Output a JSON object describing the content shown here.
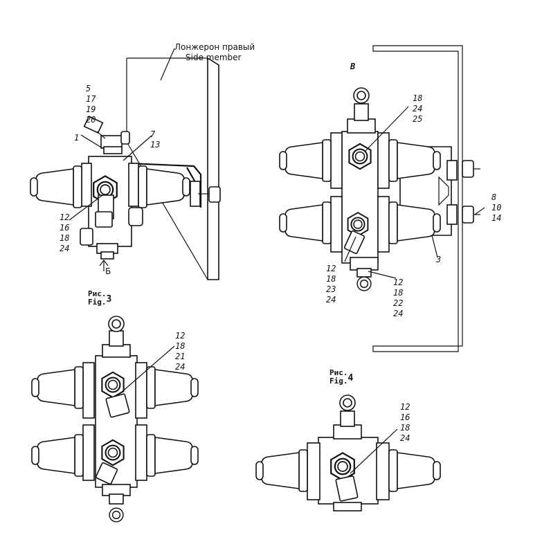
{
  "side_member": {
    "ru": "Лонжерон правый",
    "en": "Side member"
  },
  "fig3": {
    "ru": "Рис.",
    "en": "Fig.",
    "num": "3"
  },
  "fig4": {
    "ru": "Рис.",
    "en": "Fig.",
    "num": "4"
  },
  "view_b": "Б",
  "view_v": "В",
  "callouts": {
    "c_5_17_19_20": [
      "5",
      "17",
      "19",
      "20"
    ],
    "c_1": "1",
    "c_7_13": [
      "7",
      "13"
    ],
    "c_12_16_18_24_a": [
      "12",
      "16",
      "18",
      "24"
    ],
    "c_18_24_25": [
      "18",
      "24",
      "25"
    ],
    "c_8_10_14": [
      "8",
      "10",
      "14"
    ],
    "c_3": "3",
    "c_12_18_23_24": [
      "12",
      "18",
      "23",
      "24"
    ],
    "c_12_18_22_24": [
      "12",
      "18",
      "22",
      "24"
    ],
    "c_12_18_21_24": [
      "12",
      "18",
      "21",
      "24"
    ],
    "c_12_16_18_24_b": [
      "12",
      "16",
      "18",
      "24"
    ]
  }
}
